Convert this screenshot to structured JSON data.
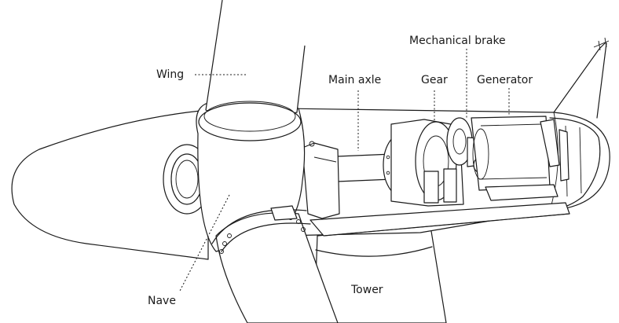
{
  "labels": {
    "wing": "Wing",
    "main_axle": "Main axle",
    "gear": "Gear",
    "generator": "Generator",
    "mechanical_brake": "Mechanical brake",
    "nave": "Nave",
    "tower": "Tower"
  },
  "colors": {
    "line": "#1a1a1a",
    "background": "#ffffff"
  }
}
